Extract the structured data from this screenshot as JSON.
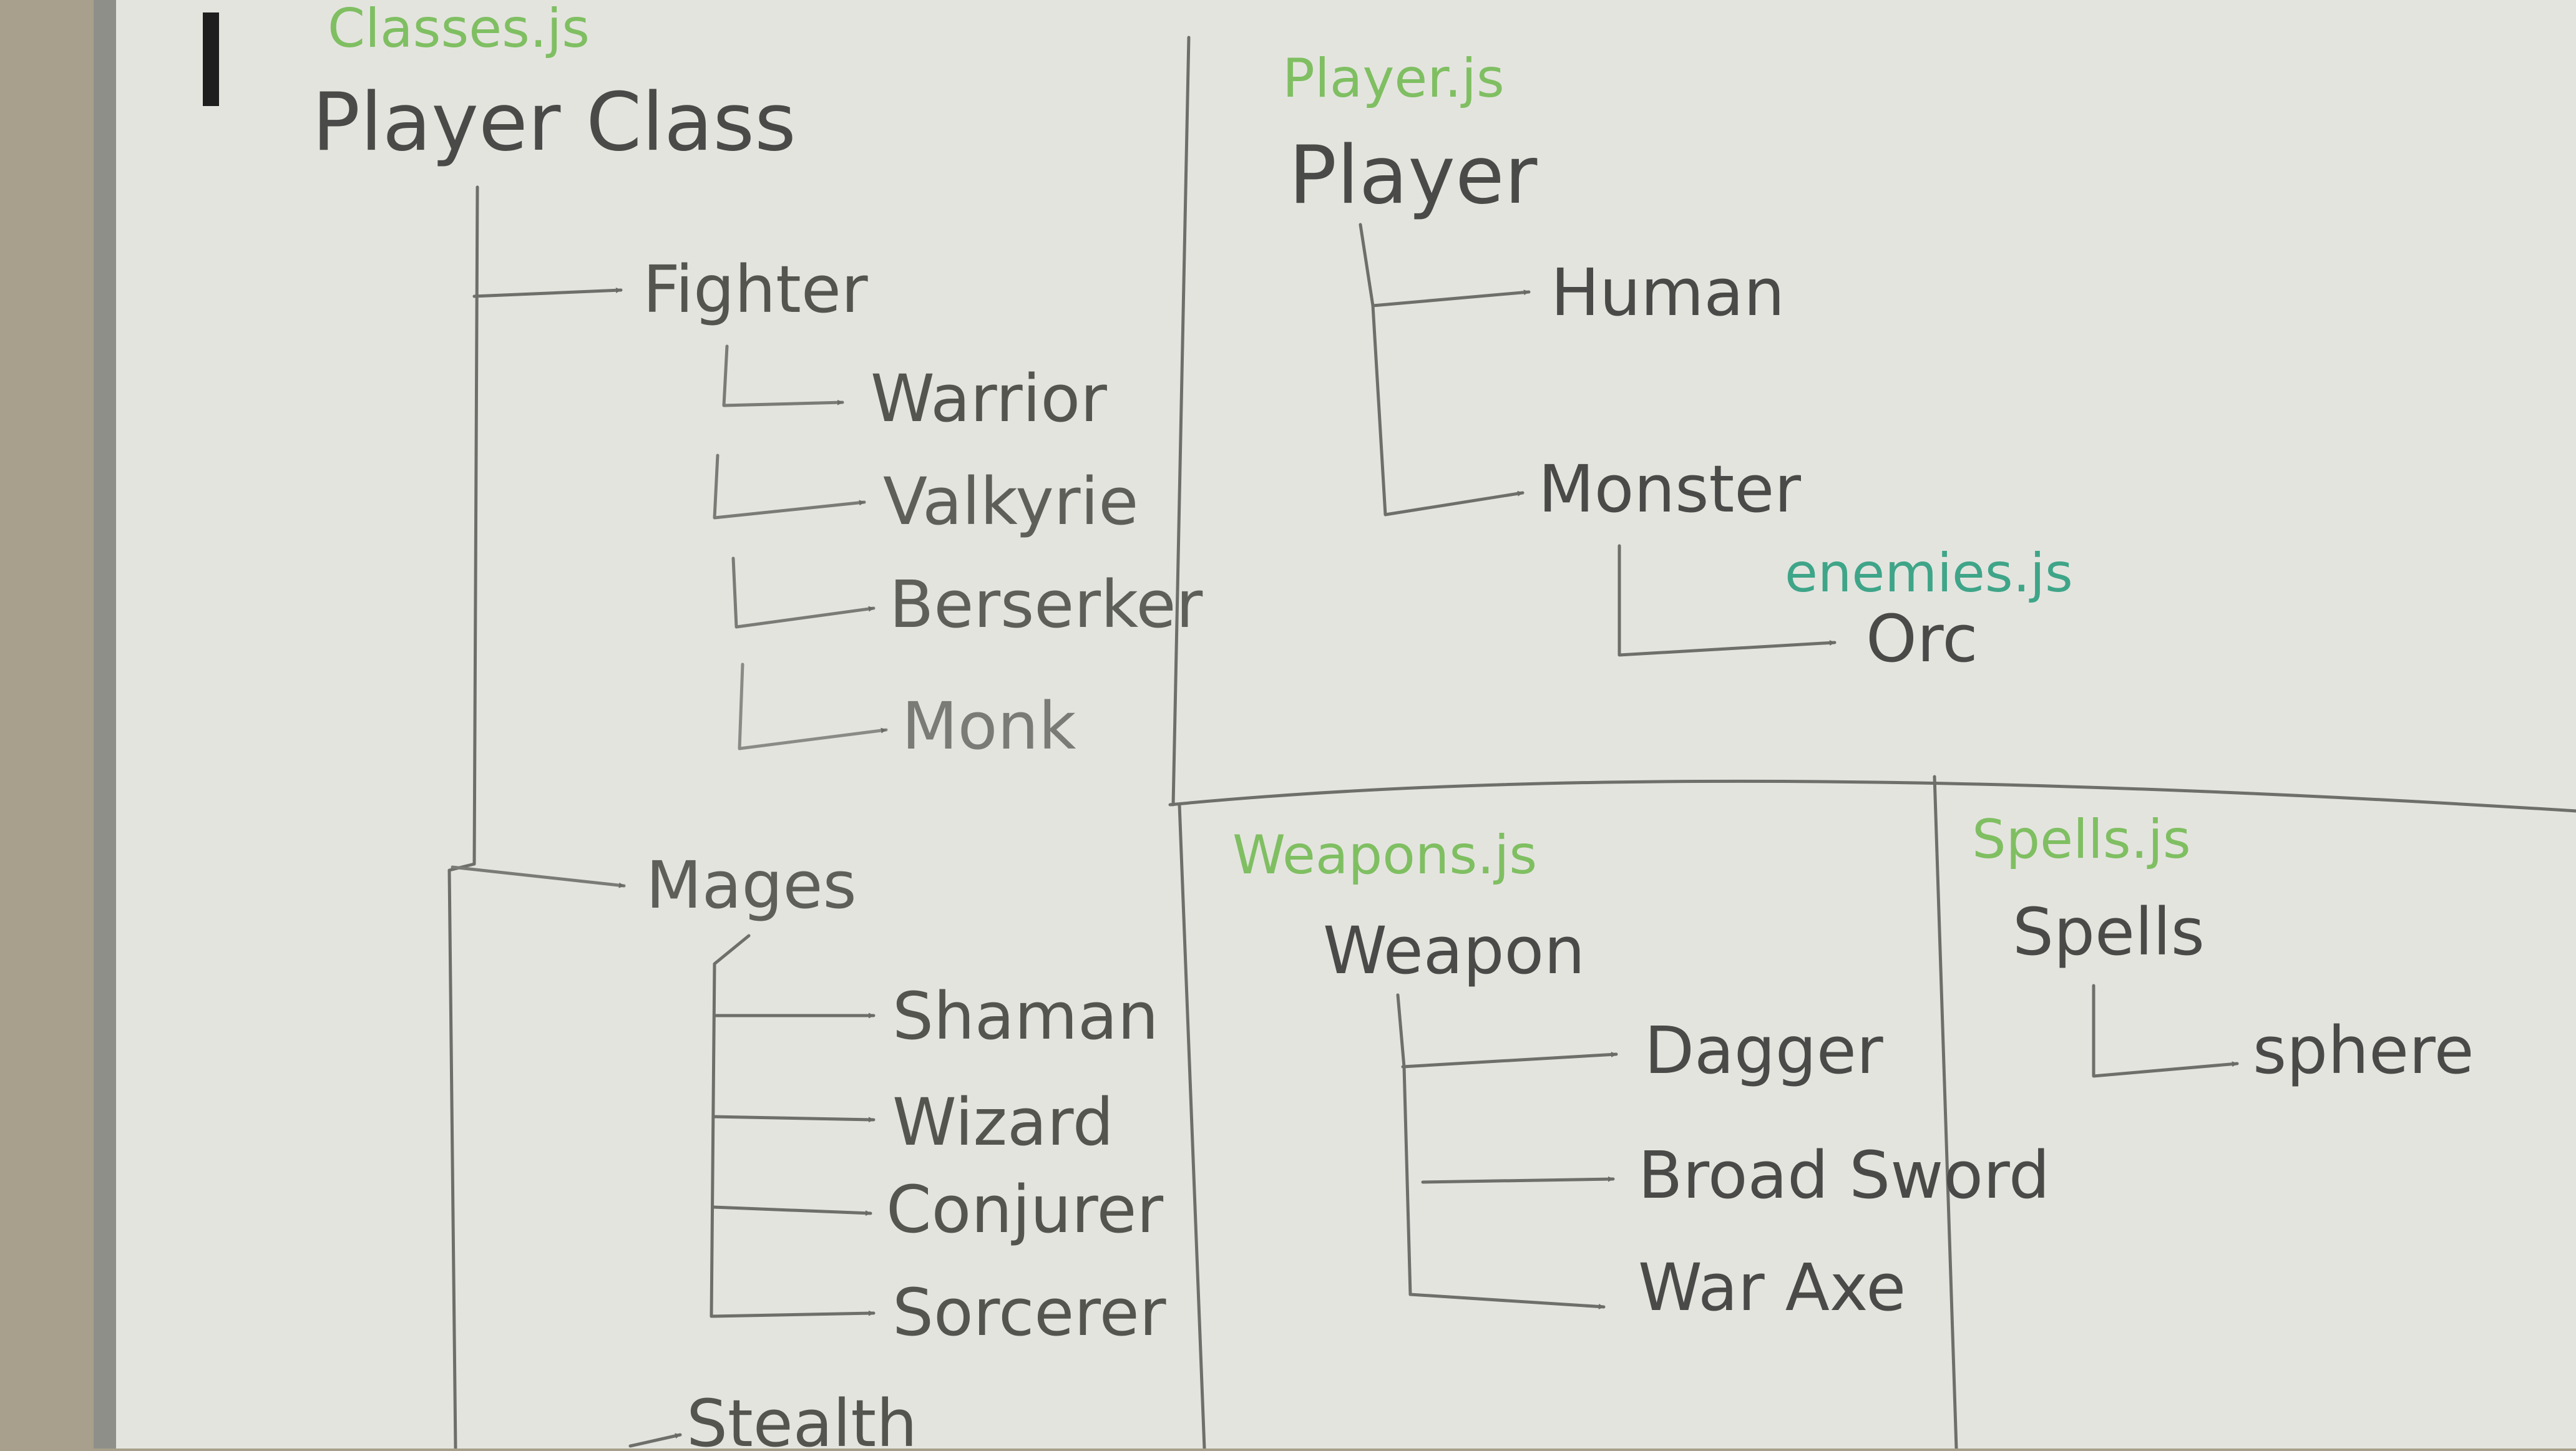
{
  "colors": {
    "wall": "#a89f8c",
    "board": "#e4e4df",
    "frame": "#8f8f8a",
    "ink_dark": "#4a4a48",
    "ink_light": "#6e6e6a",
    "marker_green": "#7fbf62",
    "marker_teal": "#3fa588"
  },
  "sections": {
    "classes": {
      "file": "Classes.js",
      "root": "Player Class",
      "fighter": {
        "label": "Fighter",
        "children": [
          "Warrior",
          "Valkyrie",
          "Berserker",
          "Monk"
        ]
      },
      "mages": {
        "label": "Mages",
        "children": [
          "Shaman",
          "Wizard",
          "Conjurer",
          "Sorcerer"
        ]
      },
      "stealth": {
        "label": "Stealth"
      }
    },
    "player": {
      "file": "Player.js",
      "root": "Player",
      "human": "Human",
      "monster": "Monster",
      "enemies_file": "enemies.js",
      "orc": "Orc"
    },
    "weapons": {
      "file": "Weapons.js",
      "root": "Weapon",
      "children": [
        "Dagger",
        "Broad Sword",
        "War Axe"
      ]
    },
    "spells": {
      "file": "Spells.js",
      "root": "Spells",
      "children": [
        "sphere"
      ]
    }
  },
  "icons": [
    "arrowhead-icon"
  ]
}
